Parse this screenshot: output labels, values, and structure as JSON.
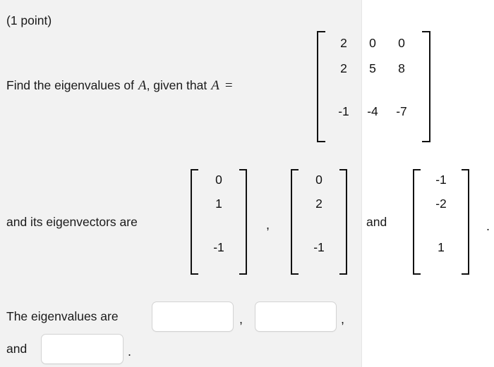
{
  "page": {
    "points_label": "(1 point)",
    "background_left": "#f2f2f2",
    "background_right": "#ffffff"
  },
  "problem": {
    "prompt_prefix": "Find the eigenvalues of",
    "prompt_mid": ", given that",
    "variable": "A",
    "equals": "=",
    "eigenvectors_label": "and its eigenvectors are",
    "conjunction": "and",
    "sentence_period": ".",
    "comma": ","
  },
  "matrix": {
    "name": "A",
    "rows": [
      [
        "2",
        "0",
        "0"
      ],
      [
        "2",
        "5",
        "8"
      ],
      [
        "-1",
        "-4",
        "-7"
      ]
    ]
  },
  "eigenvectors": [
    {
      "values": [
        "0",
        "1",
        "-1"
      ]
    },
    {
      "values": [
        "0",
        "2",
        "-1"
      ]
    },
    {
      "values": [
        "-1",
        "-2",
        "1"
      ]
    }
  ],
  "answer": {
    "lead_text": "The eigenvalues are",
    "and_text": "and",
    "period": ".",
    "comma": ",",
    "fields": [
      {
        "value": "",
        "placeholder": ""
      },
      {
        "value": "",
        "placeholder": ""
      },
      {
        "value": "",
        "placeholder": ""
      }
    ]
  }
}
